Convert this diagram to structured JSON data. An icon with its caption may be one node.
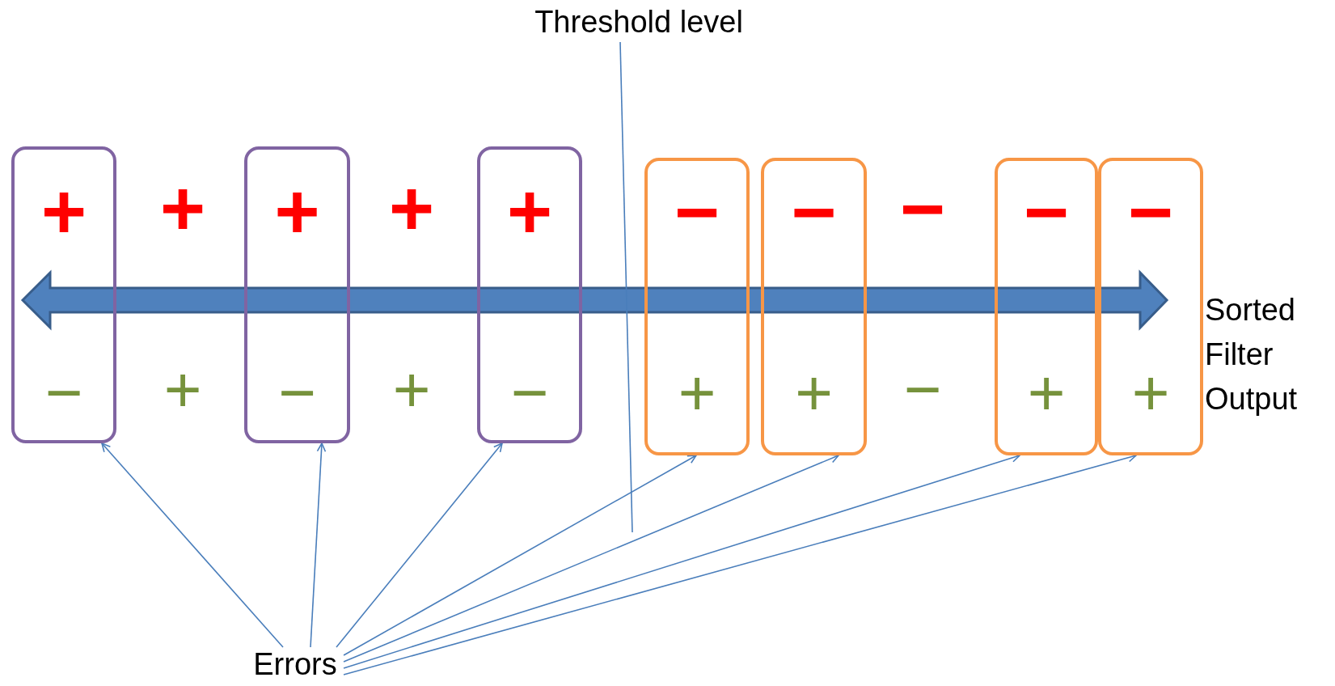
{
  "diagram": {
    "nodes": [
      {
        "text": [
          "Threshold level"
        ]
      },
      {
        "text": [
          "+",
          "−"
        ]
      },
      {
        "text": [
          "+",
          "−"
        ]
      },
      {
        "text": [
          "+",
          "−"
        ]
      },
      {
        "text": [
          "−",
          "+"
        ]
      },
      {
        "text": [
          "−",
          "+"
        ]
      },
      {
        "text": [
          "−",
          "+"
        ]
      },
      {
        "text": [
          "−",
          "+"
        ]
      },
      {
        "text": [
          "Errors"
        ]
      }
    ],
    "edges": [
      {
        "from": 0,
        "to": null,
        "arrow": "none"
      },
      {
        "from": 8,
        "to": 1,
        "arrow": "to"
      },
      {
        "from": 8,
        "to": 2,
        "arrow": "to"
      },
      {
        "from": 8,
        "to": 3,
        "arrow": "to"
      },
      {
        "from": 8,
        "to": 4,
        "arrow": "to"
      },
      {
        "from": 8,
        "to": 5,
        "arrow": "to"
      },
      {
        "from": 8,
        "to": 6,
        "arrow": "to"
      },
      {
        "from": 8,
        "to": 7,
        "arrow": "to"
      }
    ],
    "labels": [
      "+",
      "+",
      "−",
      "+",
      "+",
      "−",
      "Sorted Filter Output"
    ]
  }
}
